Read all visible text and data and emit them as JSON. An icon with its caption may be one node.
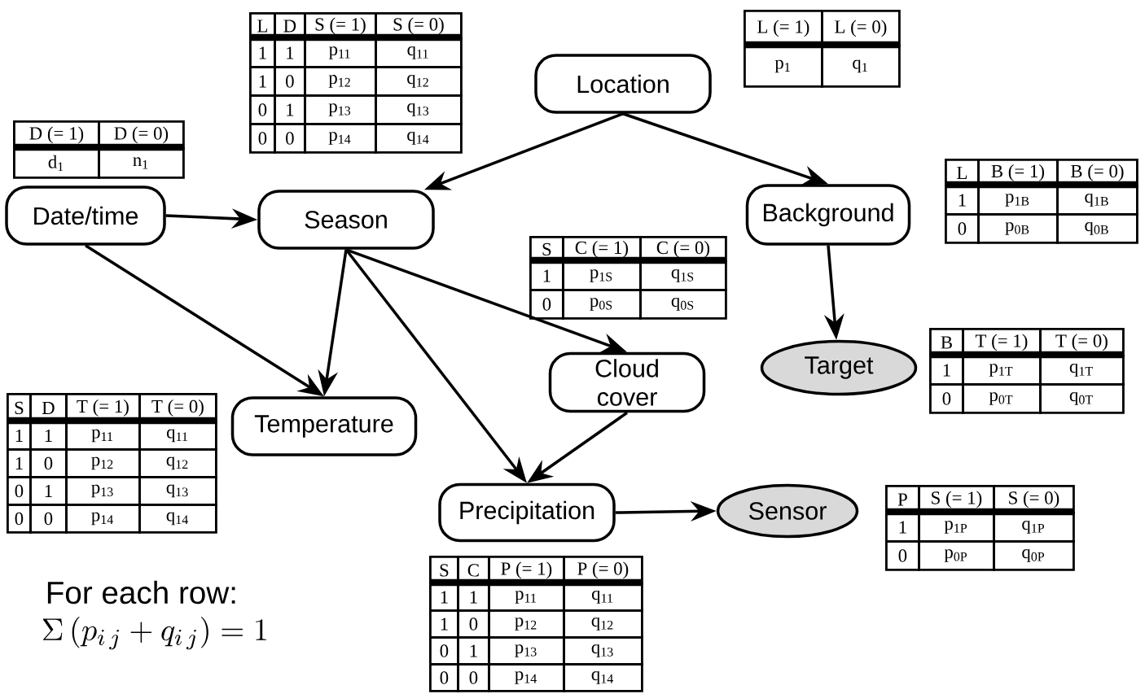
{
  "diagram": {
    "nodes": [
      {
        "text": [
          "Location"
        ]
      },
      {
        "text": [
          "Date/time"
        ]
      },
      {
        "text": [
          "Season"
        ]
      },
      {
        "text": [
          "Background"
        ]
      },
      {
        "text": [
          "Cloud cover"
        ]
      },
      {
        "text": [
          "Temperature"
        ]
      },
      {
        "text": [
          "Target"
        ]
      },
      {
        "text": [
          "Precipitation"
        ]
      },
      {
        "text": [
          "Sensor"
        ]
      }
    ],
    "edges": [
      {
        "from": 0,
        "to": 2,
        "arrow": "to"
      },
      {
        "from": 0,
        "to": 3,
        "arrow": "to"
      },
      {
        "from": 1,
        "to": 2,
        "arrow": "to"
      },
      {
        "from": 1,
        "to": 5,
        "arrow": "to"
      },
      {
        "from": 2,
        "to": 5,
        "arrow": "to"
      },
      {
        "from": 2,
        "to": 4,
        "arrow": "to"
      },
      {
        "from": 2,
        "to": 7,
        "arrow": "to"
      },
      {
        "from": 4,
        "to": 7,
        "arrow": "to"
      },
      {
        "from": 3,
        "to": 6,
        "arrow": "to"
      },
      {
        "from": 7,
        "to": 8,
        "arrow": "to"
      }
    ],
    "labels": [
      "L",
      "D",
      "S (= 1)",
      "S (= 0)",
      "1",
      "1",
      "p$_{11}$",
      "q$_{11}$",
      "1",
      "0",
      "p$_{12}$",
      "q$_{12}$",
      "0",
      "1",
      "p$_{13}$",
      "q$_{13}$",
      "0",
      "0",
      "p$_{14}$",
      "q$_{14}$",
      "L (= 1)",
      "L (= 0)",
      "p$_{1}$",
      "q$_{1}$",
      "D (= 1)",
      "D (= 0)",
      "d$_{1}$",
      "n$_{1}$",
      "L",
      "B (= 1)",
      "B (= 0)",
      "1",
      "p$_{1B}$",
      "q$_{1B}$",
      "0",
      "p$_{0B}$",
      "q$_{0B}$",
      "S",
      "C (= 1)",
      "C (= 0)",
      "1",
      "p$_{1S}$",
      "q$_{1S}$",
      "0",
      "p$_{0S}$",
      "q$_{0S}$",
      "B",
      "T (= 1)",
      "T (= 0)",
      "1",
      "p$_{1T}$",
      "q$_{1T}$",
      "0",
      "p$_{0T}$",
      "q$_{0T}$",
      "S",
      "D",
      "T (= 1)",
      "T (= 0)",
      "1",
      "1",
      "p$_{11}$",
      "q$_{11}$",
      "1",
      "0",
      "p$_{12}$",
      "q$_{12}$",
      "0",
      "1",
      "p$_{13}$",
      "q$_{13}$",
      "0",
      "0",
      "p$_{14}$",
      "q$_{14}$",
      "P",
      "S (= 1)",
      "S (= 0)",
      "1",
      "p$_{1P}$",
      "q$_{1P}$",
      "0",
      "p$_{0P}$",
      "q$_{0P}$",
      "S",
      "C",
      "P (= 1)",
      "P (= 0)",
      "1",
      "1",
      "p$_{11}$",
      "q$_{11}$",
      "1",
      "0",
      "p$_{12}$",
      "q$_{12}$",
      "0",
      "1",
      "p$_{13}$",
      "q$_{13}$",
      "0",
      "0",
      "p$_{14}$",
      "q$_{14}$",
      "For each row:",
      "\\Sigma\\,(p_{i\\,j} + q_{i\\,j}) = 1"
    ]
  }
}
